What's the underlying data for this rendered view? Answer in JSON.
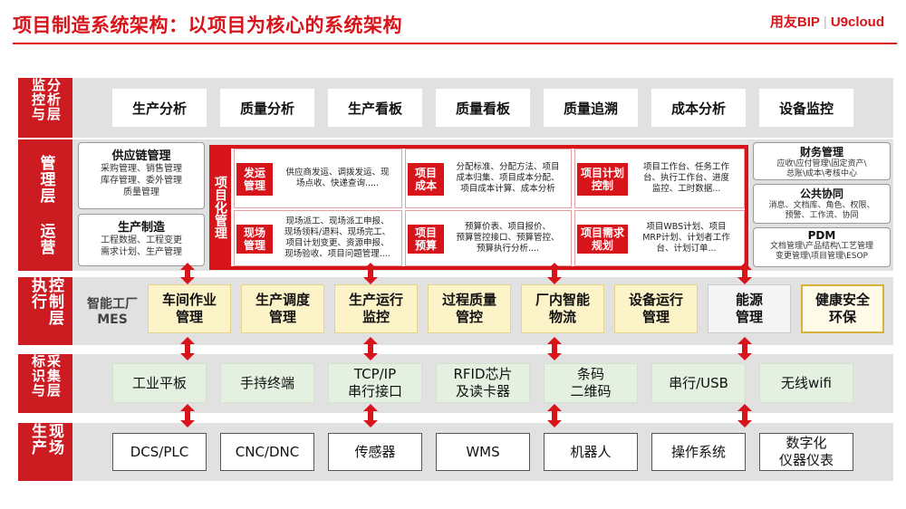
{
  "header": {
    "title": "项目制造系统架构：以项目为核心的系统架构",
    "logo_brand": "用友BIP",
    "logo_sep": "|",
    "logo_product": "U9cloud"
  },
  "layers": {
    "analysis": {
      "label": "分析层 监控与",
      "items": [
        "生产分析",
        "质量分析",
        "生产看板",
        "质量看板",
        "质量追溯",
        "成本分析",
        "设备监控"
      ]
    },
    "management": {
      "label": "管理层 运营",
      "supply_chain": {
        "title": "供应链管理",
        "desc": "采购管理、销售管理\n库存管理、委外管理\n质量管理"
      },
      "production_mfg": {
        "title": "生产制造",
        "desc": "工程数据、工程变更\n需求计划、生产管理"
      },
      "project": {
        "title": "项目化管理",
        "cells": [
          {
            "tag": "发运\n管理",
            "desc": "供应商发运、调拨发运、现\n场点收、快递查询....."
          },
          {
            "tag": "项目\n成本",
            "desc": "分配标准、分配方法、项目\n成本归集、项目成本分配、\n项目成本计算、成本分析"
          },
          {
            "tag": "项目计划\n控制",
            "desc": "项目工作台、任务工作\n台、执行工作台、进度\n监控、工时数据..."
          },
          {
            "tag": "现场\n管理",
            "desc": "现场派工、现场派工申报、\n现场领料/退料、现场完工、\n项目计划变更、资源申报、\n现场验收、项目问题管理...."
          },
          {
            "tag": "项目\n预算",
            "desc": "预算价表、项目报价、\n预算管控接口、预算管控、\n预算执行分析...."
          },
          {
            "tag": "项目需求\n规划",
            "desc": "项目WBS计划、项目\nMRP计划、计划者工作\n台、计划订单..."
          }
        ]
      },
      "finance": {
        "title": "财务管理",
        "desc": "应收\\应付管理\\固定资产\\\n总账\\成本\\考核中心"
      },
      "collab": {
        "title": "公共协同",
        "desc": "消息、文档库、角色、权限、\n预警、工作流、协同"
      },
      "pdm": {
        "title": "PDM",
        "desc": "文档管理\\产品结构\\工艺管理\n变更管理\\项目管理\\ESOP"
      }
    },
    "control": {
      "label": "控制层 执行",
      "side_label": "智能工厂\nMES",
      "items": [
        "车间作业\n管理",
        "生产调度\n管理",
        "生产运行\n监控",
        "过程质量\n管控",
        "厂内智能\n物流",
        "设备运行\n管理",
        "能源\n管理",
        "健康安全\n环保"
      ]
    },
    "collect": {
      "label": "采集层 标识与",
      "items": [
        "工业平板",
        "手持终端",
        "TCP/IP\n串行接口",
        "RFID芯片\n及读卡器",
        "条码\n二维码",
        "串行/USB",
        "无线wifi"
      ]
    },
    "field": {
      "label": "现场 生产",
      "items": [
        "DCS/PLC",
        "CNC/DNC",
        "传感器",
        "WMS",
        "机器人",
        "操作系统",
        "数字化\n仪器仪表"
      ]
    }
  },
  "colors": {
    "brand_red": "#d8141b",
    "layer_bg": "#e1e1e1",
    "mes_yellow": "#fdf3c8",
    "collect_green": "#e4f0e0"
  }
}
